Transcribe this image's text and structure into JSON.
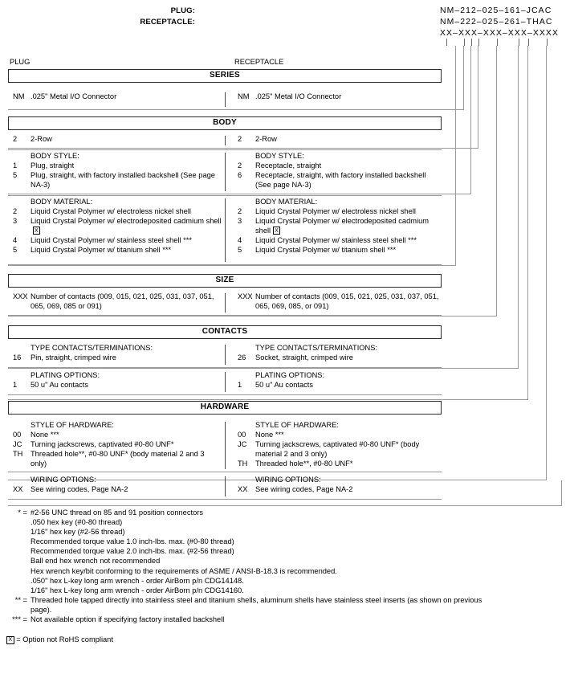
{
  "part_numbers": {
    "plug_label": "PLUG:",
    "plug_value": "NM–212–025–161–JCAC",
    "receptacle_label": "RECEPTACLE:",
    "receptacle_value": "NM–222–025–261–THAC",
    "mask": "XX–XXX–XXX–XXX–XXXX"
  },
  "columns": {
    "plug": "PLUG",
    "receptacle": "RECEPTACLE"
  },
  "sections": [
    {
      "title": "SERIES",
      "groups": [
        {
          "head_left": "",
          "head_right": "",
          "left": [
            {
              "code": "NM",
              "text": ".025\" Metal I/O Connector"
            }
          ],
          "right": [
            {
              "code": "NM",
              "text": ".025\" Metal I/O Connector"
            }
          ]
        }
      ]
    },
    {
      "title": "BODY",
      "groups": [
        {
          "head_left": "",
          "head_right": "",
          "left": [
            {
              "code": "2",
              "text": "2-Row"
            }
          ],
          "right": [
            {
              "code": "2",
              "text": "2-Row"
            }
          ]
        },
        {
          "head_left": "BODY STYLE:",
          "head_right": "BODY STYLE:",
          "left": [
            {
              "code": "1",
              "text": "Plug, straight"
            },
            {
              "code": "5",
              "text": "Plug, straight, with factory installed backshell (See page NA-3)"
            }
          ],
          "right": [
            {
              "code": "2",
              "text": "Receptacle, straight"
            },
            {
              "code": "6",
              "text": "Receptacle, straight, with factory installed backshell (See page NA-3)"
            }
          ]
        },
        {
          "head_left": "BODY MATERIAL:",
          "head_right": "BODY MATERIAL:",
          "left": [
            {
              "code": "2",
              "text": "Liquid Crystal Polymer w/ electroless nickel shell"
            },
            {
              "code": "3",
              "text": "Liquid Crystal Polymer w/ electrodeposited cadmium shell",
              "rohs": true
            },
            {
              "code": "4",
              "text": "Liquid Crystal Polymer w/ stainless steel shell ***"
            },
            {
              "code": "5",
              "text": "Liquid Crystal Polymer w/ titanium shell ***"
            }
          ],
          "right": [
            {
              "code": "2",
              "text": "Liquid Crystal Polymer w/ electroless nickel shell"
            },
            {
              "code": "3",
              "text": "Liquid Crystal Polymer w/ electrodeposited cadmium shell",
              "rohs": true
            },
            {
              "code": "4",
              "text": "Liquid Crystal Polymer w/ stainless steel shell ***"
            },
            {
              "code": "5",
              "text": "Liquid Crystal Polymer w/ titanium shell ***"
            }
          ]
        }
      ]
    },
    {
      "title": "SIZE",
      "groups": [
        {
          "head_left": "",
          "head_right": "",
          "left": [
            {
              "code": "XXX",
              "text": "Number of contacts (009, 015, 021, 025, 031, 037, 051, 065, 069, 085 or 091)"
            }
          ],
          "right": [
            {
              "code": "XXX",
              "text": "Number of contacts (009, 015, 021, 025, 031, 037, 051, 065, 069, 085, or 091)"
            }
          ]
        }
      ]
    },
    {
      "title": "CONTACTS",
      "groups": [
        {
          "head_left": "TYPE CONTACTS/TERMINATIONS:",
          "head_right": "TYPE CONTACTS/TERMINATIONS:",
          "left": [
            {
              "code": "16",
              "text": "Pin, straight, crimped wire"
            }
          ],
          "right": [
            {
              "code": "26",
              "text": "Socket, straight, crimped wire"
            }
          ]
        },
        {
          "head_left": "PLATING OPTIONS:",
          "head_right": "PLATING OPTIONS:",
          "left": [
            {
              "code": "1",
              "text": "50 u\" Au contacts"
            }
          ],
          "right": [
            {
              "code": "1",
              "text": "50 u\" Au contacts"
            }
          ]
        }
      ]
    },
    {
      "title": "HARDWARE",
      "groups": [
        {
          "head_left": "STYLE OF HARDWARE:",
          "head_right": "STYLE OF HARDWARE:",
          "left": [
            {
              "code": "00",
              "text": "None ***"
            },
            {
              "code": "JC",
              "text": "Turning jackscrews, captivated #0-80 UNF*"
            },
            {
              "code": "TH",
              "text": "Threaded hole**, #0-80 UNF* (body material 2 and 3 only)"
            }
          ],
          "right": [
            {
              "code": "00",
              "text": "None ***"
            },
            {
              "code": "JC",
              "text": "Turning jackscrews, captivated #0-80 UNF* (body material 2 and 3 only)"
            },
            {
              "code": "TH",
              "text": "Threaded hole**, #0-80 UNF*"
            }
          ]
        },
        {
          "head_left": "WIRING OPTIONS:",
          "head_right": "WIRING OPTIONS:",
          "left": [
            {
              "code": "XX",
              "text": "See wiring codes, Page NA-2"
            }
          ],
          "right": [
            {
              "code": "XX",
              "text": "See wiring codes, Page NA-2"
            }
          ]
        }
      ]
    }
  ],
  "footnotes": {
    "star1_mark": "* =",
    "star1_lines": [
      "#2-56 UNC thread on 85 and 91 position connectors",
      ".050 hex key (#0-80 thread)",
      "1/16\" hex key (#2-56 thread)",
      "Recommended torque value 1.0 inch-lbs. max. (#0-80 thread)",
      "Recommended torque value 2.0 inch-lbs. max. (#2-56 thread)",
      "Ball end hex wrench not recommended",
      "Hex wrench key/bit conforming to the requirements of ASME / ANSI-B-18.3 is recommended.",
      ".050\" hex L-key long arm wrench - order AirBorn p/n CDG14148.",
      "1/16\" hex L-key long arm wrench - order AirBorn p/n CDG14160."
    ],
    "star2_mark": "** =",
    "star2_text": "Threaded hole tapped directly into stainless steel and titanium shells, aluminum shells have stainless steel inserts (as shown on previous page).",
    "star3_mark": "*** =",
    "star3_text": "Not available option if specifying factory installed backshell",
    "rohs_text": "= Option not RoHS compliant",
    "rohs_glyph": "X"
  }
}
